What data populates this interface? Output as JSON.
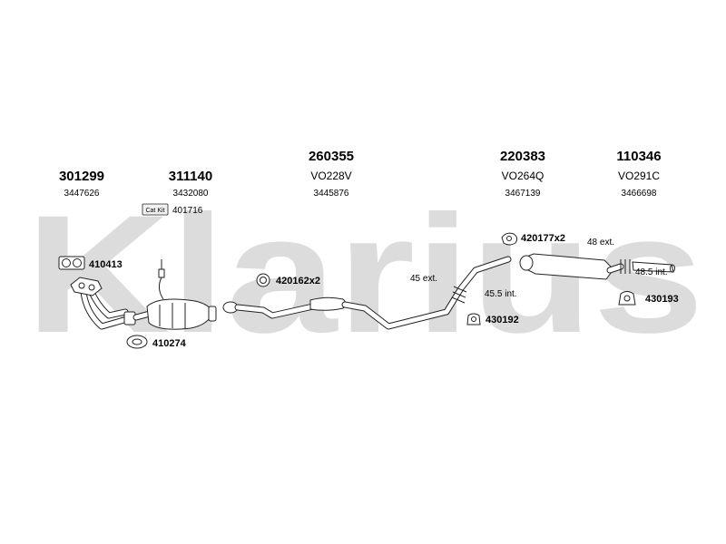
{
  "watermark": "Klarius",
  "columns": [
    {
      "id": "c1",
      "main": "301299",
      "sub": "3447626"
    },
    {
      "id": "c2",
      "main": "311140",
      "sub": "3432080"
    },
    {
      "id": "c3",
      "main": "260355",
      "code": "VO228V",
      "sub": "3445876"
    },
    {
      "id": "c4",
      "main": "220383",
      "code": "VO264Q",
      "sub": "3467139"
    },
    {
      "id": "c5",
      "main": "110346",
      "code": "VO291C",
      "sub": "3466698"
    }
  ],
  "cat_kit": {
    "badge": "Cat Kit",
    "number": "401716"
  },
  "callouts": {
    "gasket_flange": "410413",
    "gasket_ring": "410274",
    "ring_clamp": "420162x2",
    "hanger_pair": "420177x2",
    "rubber_mount_mid": "430192",
    "rubber_mount_rear": "430193"
  },
  "dimensions": {
    "ext_front": "45 ext.",
    "int_front": "45.5 int.",
    "ext_rear": "48 ext.",
    "int_rear": "48.5 int."
  }
}
